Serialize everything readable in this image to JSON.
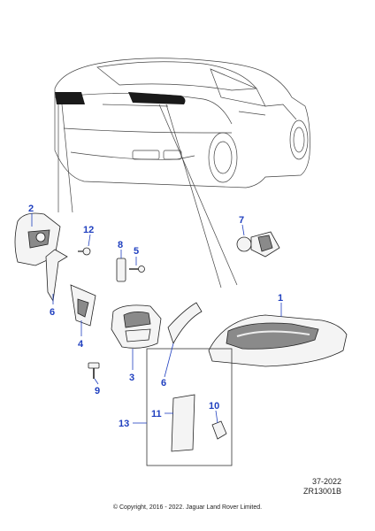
{
  "callouts": {
    "c1": "1",
    "c2": "2",
    "c3": "3",
    "c4": "4",
    "c5": "5",
    "c6a": "6",
    "c6b": "6",
    "c7": "7",
    "c8": "8",
    "c9": "9",
    "c10": "10",
    "c11": "11",
    "c12": "12",
    "c13": "13"
  },
  "reference": {
    "code": "37-2022",
    "drawing": "ZR13001B"
  },
  "footer": {
    "copyright": "© Copyright, 2016 - 2022. Jaguar Land Rover Limited."
  },
  "colors": {
    "callout": "#1f3fbf",
    "outline": "#222222",
    "lamp_dark": "#1a1a1a"
  }
}
